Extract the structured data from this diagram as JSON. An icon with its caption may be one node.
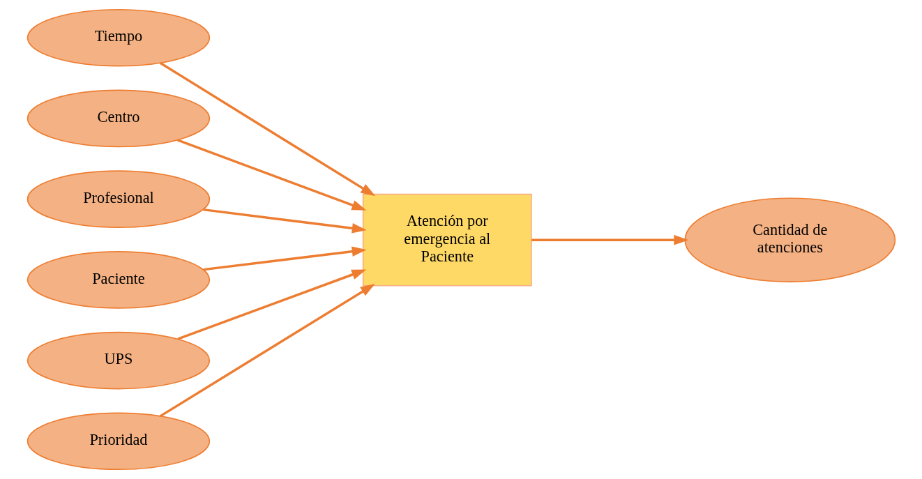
{
  "diagram": {
    "nodes": [
      {
        "text": [
          "Tiempo"
        ]
      },
      {
        "text": [
          "Centro"
        ]
      },
      {
        "text": [
          "Profesional"
        ]
      },
      {
        "text": [
          "Paciente"
        ]
      },
      {
        "text": [
          "UPS"
        ]
      },
      {
        "text": [
          "Prioridad"
        ]
      },
      {
        "text": [
          "Atención por emergencia al Paciente"
        ]
      },
      {
        "text": [
          "Cantidad de atenciones"
        ]
      }
    ],
    "edges": [
      {
        "from": 0,
        "to": 6,
        "arrow": "to"
      },
      {
        "from": 1,
        "to": 6,
        "arrow": "to"
      },
      {
        "from": 2,
        "to": 6,
        "arrow": "to"
      },
      {
        "from": 3,
        "to": 6,
        "arrow": "to"
      },
      {
        "from": 4,
        "to": 6,
        "arrow": "to"
      },
      {
        "from": 5,
        "to": 6,
        "arrow": "to"
      },
      {
        "from": 6,
        "to": 7,
        "arrow": "to"
      }
    ]
  }
}
